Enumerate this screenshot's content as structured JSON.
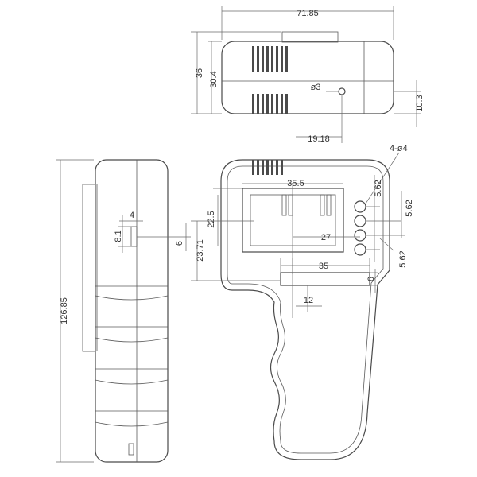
{
  "dimensions": {
    "top_width": "71.85",
    "top_height_outer": "36",
    "top_height_inner": "30.4",
    "hole_diameter": "ø3",
    "hole_offset": "10.3",
    "hole_x": "19.18",
    "side_length": "126.85",
    "side_slot_width": "4",
    "side_slot_height": "8.1",
    "side_slot_offset": "6",
    "screen_width": "35.5",
    "screen_height": "22.5",
    "screen_offset": "23.71",
    "screen_inner": "27",
    "slot_width": "35",
    "slot_height": "6",
    "slot_offset": "12",
    "led_count_dia": "4-ø4",
    "led_pitch_1": "5.62",
    "led_pitch_2": "5.62",
    "led_pitch_3": "5.62"
  }
}
